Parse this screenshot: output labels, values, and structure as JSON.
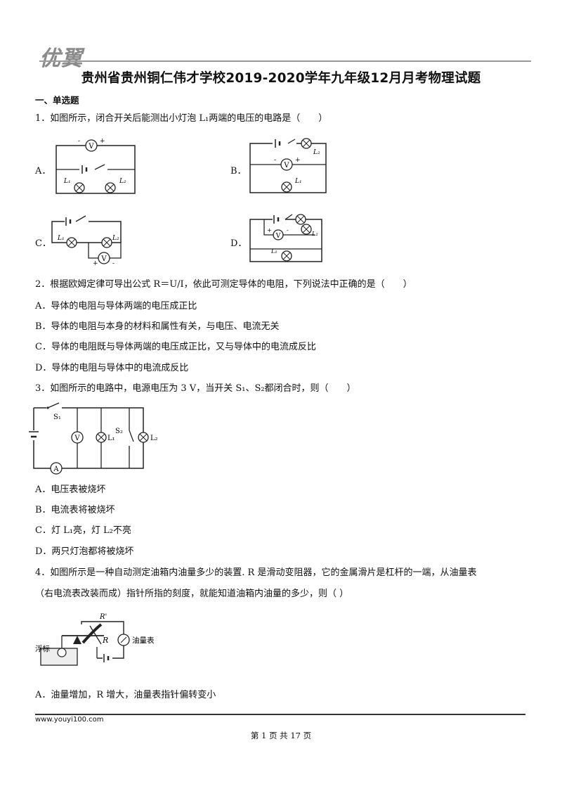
{
  "header": {
    "logo_text": "优翼",
    "title": "贵州省贵州铜仁伟才学校2019-2020学年九年级12月月考物理试题"
  },
  "section_title": "一、单选题",
  "q1": {
    "stem": "1．如图所示，闭合开关后能测出小灯泡 L₁两端的电压的电路是（　　）",
    "options": [
      "A．",
      "B．",
      "C．",
      "D．"
    ]
  },
  "q2": {
    "stem": "2．根据欧姆定律可导出公式 R＝U/I，依此可测定导体的电阻，下列说法中正确的是（　　）",
    "options": [
      "A．导体的电阻与导体两端的电压成正比",
      "B．导体的电阻与本身的材料和属性有关，与电压、电流无关",
      "C．导体的电阻既与导体两端的电压成正比，又与导体中的电流成反比",
      "D．导体的电阻与导体中的电流成反比"
    ]
  },
  "q3": {
    "stem": "3．如图所示的电路中，电源电压为 3 V，当开关 S₁、S₂都闭合时，则（　　）",
    "options": [
      "A．电压表被烧坏",
      "B．电流表将被烧坏",
      "C．灯 L₁亮，灯 L₂不亮",
      "D．两只灯泡都将被烧坏"
    ],
    "figure_labels": {
      "s1": "S₁",
      "s2": "S₂",
      "v": "V",
      "a": "A",
      "l1": "L₁",
      "l2": "L₂"
    }
  },
  "q4": {
    "stem_line1": "4．如图所示是一种自动测定油箱内油量多少的装置. R 是滑动变阻器，它的金属滑片是杠杆的一端，从油量表",
    "stem_line2": "（右电流表改装而成）指针所指的刻度，就能知道油箱内油量的多少，则（  ）",
    "options": [
      "A．油量增加，R 增大，油量表指针偏转变小"
    ],
    "figure_labels": {
      "r_prime": "R'",
      "r": "R",
      "meter": "油量表",
      "float": "浮标"
    }
  },
  "footer": {
    "url": "www.youyi100.com",
    "page": "第 1 页 共 17 页"
  },
  "circuit_labels": {
    "v": "V",
    "l1": "L₁",
    "l2": "L₂",
    "plus": "+",
    "minus": "-"
  }
}
